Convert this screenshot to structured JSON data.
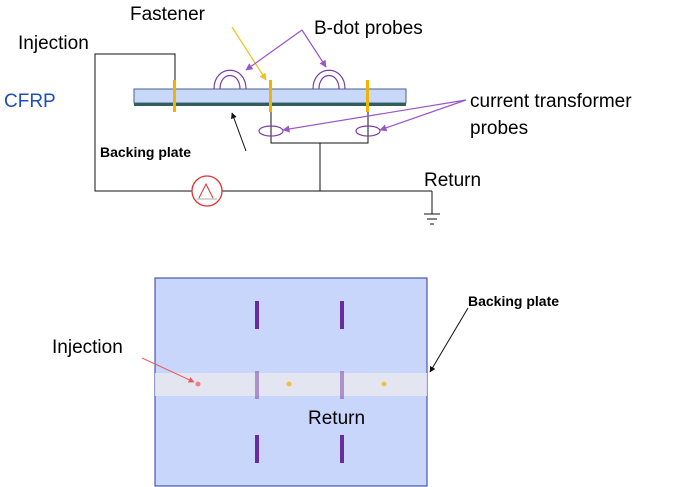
{
  "top_diagram": {
    "labels": {
      "fastener": "Fastener",
      "bdot": "B-dot probes",
      "injection": "Injection",
      "cfrp": "CFRP",
      "ct_line1": "current transformer",
      "ct_line2": "probes",
      "backing_plate": "Backing plate",
      "return": "Return"
    }
  },
  "bottom_diagram": {
    "labels": {
      "injection": "Injection",
      "backing_plate": "Backing plate",
      "return": "Return"
    }
  },
  "colors": {
    "cfrp_fill": "#c8d8f8",
    "backing_plate": "#2f5f57",
    "fastener": "#f0b400",
    "bdot_probe": "#7a3ea6",
    "probe_arrow": "#9a55c8",
    "fastener_arrow": "#f0c020",
    "source": "#e03030",
    "panel_fill": "#c9d6fb",
    "panel_stroke": "#2a3a99",
    "strip_fill": "#e7e8ef",
    "slot": "#6a2b9c",
    "injection_arrow": "#e06060",
    "cfrp_text": "#1f4fb3"
  }
}
